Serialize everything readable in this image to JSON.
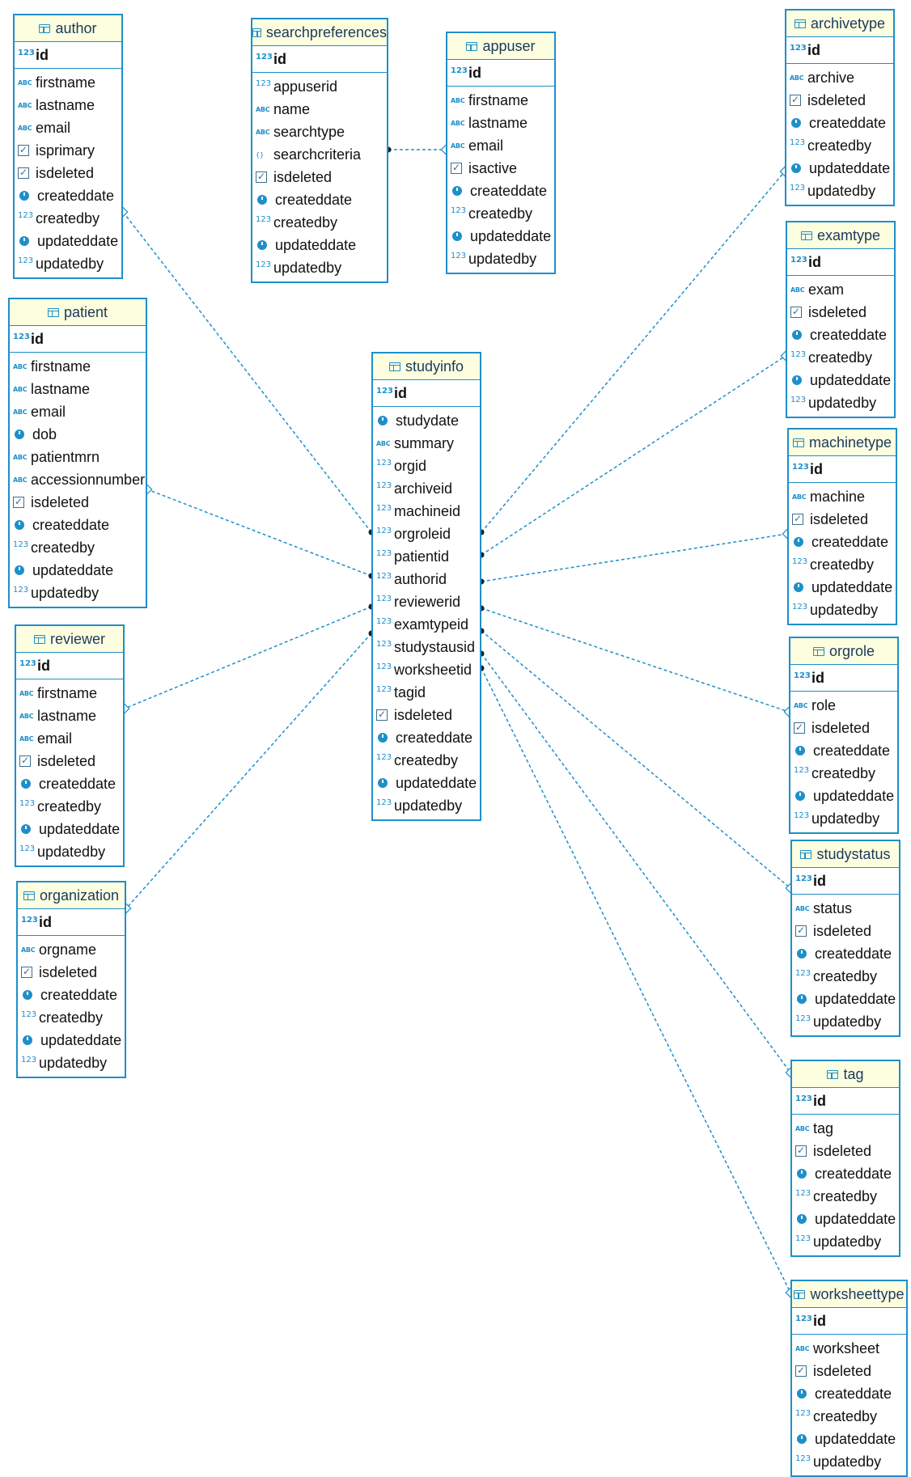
{
  "colors": {
    "border": "#1e8fc9",
    "header_bg": "#fdfde0",
    "link": "#1e8fc9"
  },
  "tables": [
    {
      "id": "author",
      "name": "author",
      "pk": "id",
      "columns": [
        {
          "name": "firstname",
          "type": "text"
        },
        {
          "name": "lastname",
          "type": "text"
        },
        {
          "name": "email",
          "type": "text"
        },
        {
          "name": "isprimary",
          "type": "bool"
        },
        {
          "name": "isdeleted",
          "type": "bool"
        },
        {
          "name": "createddate",
          "type": "date"
        },
        {
          "name": "createdby",
          "type": "number"
        },
        {
          "name": "updateddate",
          "type": "date"
        },
        {
          "name": "updatedby",
          "type": "number"
        }
      ]
    },
    {
      "id": "searchpreferences",
      "name": "searchpreferences",
      "pk": "id",
      "columns": [
        {
          "name": "appuserid",
          "type": "number"
        },
        {
          "name": "name",
          "type": "text"
        },
        {
          "name": "searchtype",
          "type": "text"
        },
        {
          "name": "searchcriteria",
          "type": "json"
        },
        {
          "name": "isdeleted",
          "type": "bool"
        },
        {
          "name": "createddate",
          "type": "date"
        },
        {
          "name": "createdby",
          "type": "number"
        },
        {
          "name": "updateddate",
          "type": "date"
        },
        {
          "name": "updatedby",
          "type": "number"
        }
      ]
    },
    {
      "id": "appuser",
      "name": "appuser",
      "pk": "id",
      "columns": [
        {
          "name": "firstname",
          "type": "text"
        },
        {
          "name": "lastname",
          "type": "text"
        },
        {
          "name": "email",
          "type": "text"
        },
        {
          "name": "isactive",
          "type": "bool"
        },
        {
          "name": "createddate",
          "type": "date"
        },
        {
          "name": "createdby",
          "type": "number"
        },
        {
          "name": "updateddate",
          "type": "date"
        },
        {
          "name": "updatedby",
          "type": "number"
        }
      ]
    },
    {
      "id": "archivetype",
      "name": "archivetype",
      "pk": "id",
      "columns": [
        {
          "name": "archive",
          "type": "text"
        },
        {
          "name": "isdeleted",
          "type": "bool"
        },
        {
          "name": "createddate",
          "type": "date"
        },
        {
          "name": "createdby",
          "type": "number"
        },
        {
          "name": "updateddate",
          "type": "date"
        },
        {
          "name": "updatedby",
          "type": "number"
        }
      ]
    },
    {
      "id": "patient",
      "name": "patient",
      "pk": "id",
      "columns": [
        {
          "name": "firstname",
          "type": "text"
        },
        {
          "name": "lastname",
          "type": "text"
        },
        {
          "name": "email",
          "type": "text"
        },
        {
          "name": "dob",
          "type": "date"
        },
        {
          "name": "patientmrn",
          "type": "text"
        },
        {
          "name": "accessionnumber",
          "type": "text"
        },
        {
          "name": "isdeleted",
          "type": "bool"
        },
        {
          "name": "createddate",
          "type": "date"
        },
        {
          "name": "createdby",
          "type": "number"
        },
        {
          "name": "updateddate",
          "type": "date"
        },
        {
          "name": "updatedby",
          "type": "number"
        }
      ]
    },
    {
      "id": "examtype",
      "name": "examtype",
      "pk": "id",
      "columns": [
        {
          "name": "exam",
          "type": "text"
        },
        {
          "name": "isdeleted",
          "type": "bool"
        },
        {
          "name": "createddate",
          "type": "date"
        },
        {
          "name": "createdby",
          "type": "number"
        },
        {
          "name": "updateddate",
          "type": "date"
        },
        {
          "name": "updatedby",
          "type": "number"
        }
      ]
    },
    {
      "id": "studyinfo",
      "name": "studyinfo",
      "pk": "id",
      "columns": [
        {
          "name": "studydate",
          "type": "date"
        },
        {
          "name": "summary",
          "type": "text"
        },
        {
          "name": "orgid",
          "type": "number"
        },
        {
          "name": "archiveid",
          "type": "number"
        },
        {
          "name": "machineid",
          "type": "number"
        },
        {
          "name": "orgroleid",
          "type": "number"
        },
        {
          "name": "patientid",
          "type": "number"
        },
        {
          "name": "authorid",
          "type": "number"
        },
        {
          "name": "reviewerid",
          "type": "number"
        },
        {
          "name": "examtypeid",
          "type": "number"
        },
        {
          "name": "studystausid",
          "type": "number"
        },
        {
          "name": "worksheetid",
          "type": "number"
        },
        {
          "name": "tagid",
          "type": "number"
        },
        {
          "name": "isdeleted",
          "type": "bool"
        },
        {
          "name": "createddate",
          "type": "date"
        },
        {
          "name": "createdby",
          "type": "number"
        },
        {
          "name": "updateddate",
          "type": "date"
        },
        {
          "name": "updatedby",
          "type": "number"
        }
      ]
    },
    {
      "id": "machinetype",
      "name": "machinetype",
      "pk": "id",
      "columns": [
        {
          "name": "machine",
          "type": "text"
        },
        {
          "name": "isdeleted",
          "type": "bool"
        },
        {
          "name": "createddate",
          "type": "date"
        },
        {
          "name": "createdby",
          "type": "number"
        },
        {
          "name": "updateddate",
          "type": "date"
        },
        {
          "name": "updatedby",
          "type": "number"
        }
      ]
    },
    {
      "id": "reviewer",
      "name": "reviewer",
      "pk": "id",
      "columns": [
        {
          "name": "firstname",
          "type": "text"
        },
        {
          "name": "lastname",
          "type": "text"
        },
        {
          "name": "email",
          "type": "text"
        },
        {
          "name": "isdeleted",
          "type": "bool"
        },
        {
          "name": "createddate",
          "type": "date"
        },
        {
          "name": "createdby",
          "type": "number"
        },
        {
          "name": "updateddate",
          "type": "date"
        },
        {
          "name": "updatedby",
          "type": "number"
        }
      ]
    },
    {
      "id": "orgrole",
      "name": "orgrole",
      "pk": "id",
      "columns": [
        {
          "name": "role",
          "type": "text"
        },
        {
          "name": "isdeleted",
          "type": "bool"
        },
        {
          "name": "createddate",
          "type": "date"
        },
        {
          "name": "createdby",
          "type": "number"
        },
        {
          "name": "updateddate",
          "type": "date"
        },
        {
          "name": "updatedby",
          "type": "number"
        }
      ]
    },
    {
      "id": "organization",
      "name": "organization",
      "pk": "id",
      "columns": [
        {
          "name": "orgname",
          "type": "text"
        },
        {
          "name": "isdeleted",
          "type": "bool"
        },
        {
          "name": "createddate",
          "type": "date"
        },
        {
          "name": "createdby",
          "type": "number"
        },
        {
          "name": "updateddate",
          "type": "date"
        },
        {
          "name": "updatedby",
          "type": "number"
        }
      ]
    },
    {
      "id": "studystatus",
      "name": "studystatus",
      "pk": "id",
      "columns": [
        {
          "name": "status",
          "type": "text"
        },
        {
          "name": "isdeleted",
          "type": "bool"
        },
        {
          "name": "createddate",
          "type": "date"
        },
        {
          "name": "createdby",
          "type": "number"
        },
        {
          "name": "updateddate",
          "type": "date"
        },
        {
          "name": "updatedby",
          "type": "number"
        }
      ]
    },
    {
      "id": "tag",
      "name": "tag",
      "pk": "id",
      "columns": [
        {
          "name": "tag",
          "type": "text"
        },
        {
          "name": "isdeleted",
          "type": "bool"
        },
        {
          "name": "createddate",
          "type": "date"
        },
        {
          "name": "createdby",
          "type": "number"
        },
        {
          "name": "updateddate",
          "type": "date"
        },
        {
          "name": "updatedby",
          "type": "number"
        }
      ]
    },
    {
      "id": "worksheettype",
      "name": "worksheettype",
      "pk": "id",
      "columns": [
        {
          "name": "worksheet",
          "type": "text"
        },
        {
          "name": "isdeleted",
          "type": "bool"
        },
        {
          "name": "createddate",
          "type": "date"
        },
        {
          "name": "createdby",
          "type": "number"
        },
        {
          "name": "updateddate",
          "type": "date"
        },
        {
          "name": "updatedby",
          "type": "number"
        }
      ]
    }
  ],
  "relations": [
    {
      "from": "searchpreferences",
      "to": "appuser"
    },
    {
      "from": "studyinfo",
      "to": "author"
    },
    {
      "from": "studyinfo",
      "to": "patient"
    },
    {
      "from": "studyinfo",
      "to": "reviewer"
    },
    {
      "from": "studyinfo",
      "to": "organization"
    },
    {
      "from": "studyinfo",
      "to": "archivetype"
    },
    {
      "from": "studyinfo",
      "to": "examtype"
    },
    {
      "from": "studyinfo",
      "to": "machinetype"
    },
    {
      "from": "studyinfo",
      "to": "orgrole"
    },
    {
      "from": "studyinfo",
      "to": "studystatus"
    },
    {
      "from": "studyinfo",
      "to": "tag"
    },
    {
      "from": "studyinfo",
      "to": "worksheettype"
    }
  ]
}
